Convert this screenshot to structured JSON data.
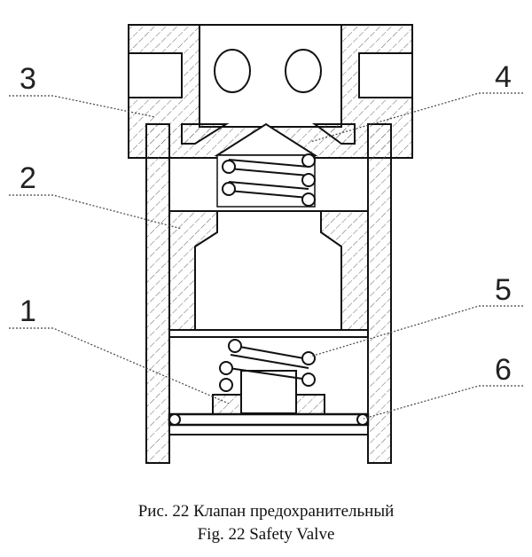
{
  "callouts": {
    "c1": "1",
    "c2": "2",
    "c3": "3",
    "c4": "4",
    "c5": "5",
    "c6": "6"
  },
  "caption": {
    "line_ru": "Рис. 22  Клапан предохранительный",
    "line_en": "Fig. 22  Safety Valve"
  },
  "colors": {
    "ink": "#111111",
    "hatch": "#555555",
    "background": "#ffffff"
  }
}
